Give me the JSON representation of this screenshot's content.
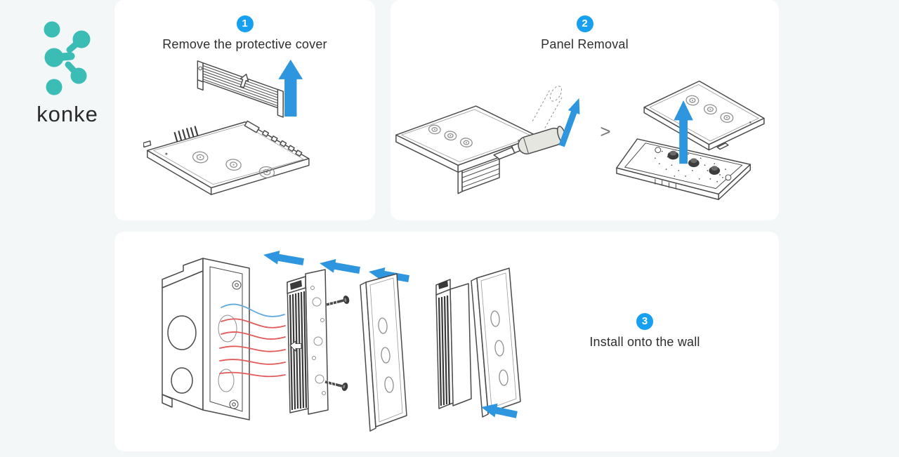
{
  "brand": {
    "name": "konke"
  },
  "steps": [
    {
      "number": "1",
      "title": "Remove the protective cover"
    },
    {
      "number": "2",
      "title": "Panel Removal"
    },
    {
      "number": "3",
      "title": "Install onto the wall"
    }
  ],
  "panel2": {
    "separator": ">"
  },
  "colors": {
    "background": "#f3f7f8",
    "card": "#ffffff",
    "badge_blue": "#18a0f0",
    "arrow_blue": "#2d96df",
    "line_art": "#4a4a4a",
    "brand_teal": "#3bbdb5",
    "wire_red": "#e25a5a",
    "wire_blue": "#5fa8dc",
    "title_text": "#2e2e2e"
  }
}
